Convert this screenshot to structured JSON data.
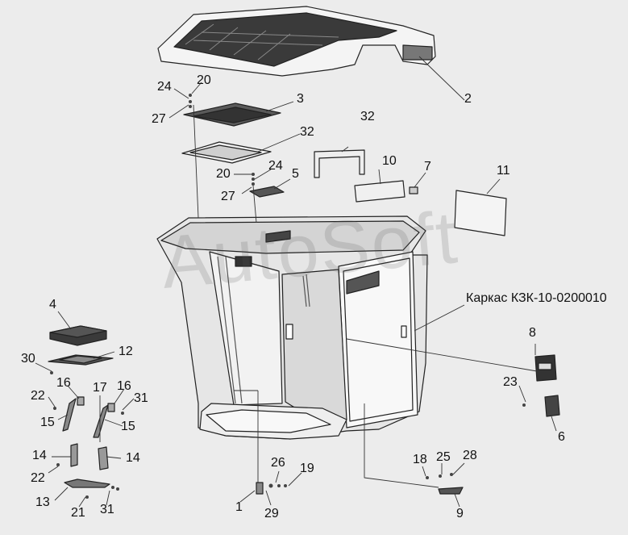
{
  "diagram": {
    "caption": "Каркас КЗК-10-0200010",
    "watermark": "AutoSoft",
    "labels": {
      "n1": "1",
      "n2": "2",
      "n3": "3",
      "n4": "4",
      "n5": "5",
      "n6": "6",
      "n7": "7",
      "n8": "8",
      "n9": "9",
      "n10": "10",
      "n11": "11",
      "n12": "12",
      "n13": "13",
      "n14a": "14",
      "n14b": "14",
      "n15a": "15",
      "n15b": "15",
      "n16a": "16",
      "n16b": "16",
      "n17": "17",
      "n18": "18",
      "n19": "19",
      "n20a": "20",
      "n20b": "20",
      "n21": "21",
      "n22a": "22",
      "n22b": "22",
      "n23": "23",
      "n24a": "24",
      "n24b": "24",
      "n25": "25",
      "n26": "26",
      "n27a": "27",
      "n27b": "27",
      "n28": "28",
      "n29": "29",
      "n30": "30",
      "n31a": "31",
      "n31b": "31",
      "n32a": "32",
      "n32b": "32"
    }
  }
}
